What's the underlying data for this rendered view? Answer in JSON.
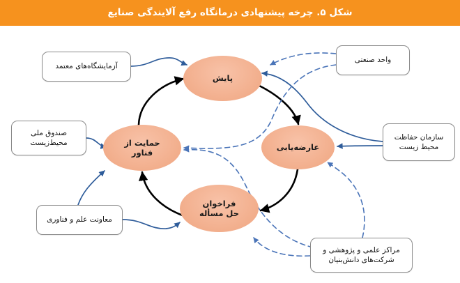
{
  "figure": {
    "title": "شکل ۵. چرخه پیشنهادی درمانگاه رفع آلایندگی صنایع",
    "title_bar_color": "#F6921E",
    "title_text_color": "#FFFFFF"
  },
  "chart_data": {
    "type": "diagram",
    "title": "شکل ۵. چرخه پیشنهادی درمانگاه رفع آلایندگی صنایع",
    "subtitle": "",
    "layout": "central cycle of four stages surrounded by six stakeholder boxes",
    "legend": [],
    "colors": {
      "node_fill": "#F4B393",
      "node_text": "#1A1A1A",
      "box_border": "#8A8A8A",
      "box_fill": "#FFFFFF",
      "box_text": "#111111",
      "cycle_arrow": "#000000",
      "connector_solid": "#2E5C9A",
      "connector_dashed": "#4A74B8",
      "background": "#FFFFFF"
    },
    "cycle_nodes": [
      {
        "id": "monitoring",
        "label": "پایش",
        "position": "top",
        "order": 1
      },
      {
        "id": "diagnosis",
        "label": "عارضه‌یابی",
        "position": "right",
        "order": 2
      },
      {
        "id": "call",
        "label": "فراخوان\nحل مسأله",
        "position": "bottom",
        "order": 3
      },
      {
        "id": "support",
        "label": "حمایت از\nفناور",
        "position": "left",
        "order": 4
      }
    ],
    "cycle_edges": [
      {
        "from": "monitoring",
        "to": "diagnosis",
        "style": "solid",
        "color": "#000000",
        "arrow": true
      },
      {
        "from": "diagnosis",
        "to": "call",
        "style": "solid",
        "color": "#000000",
        "arrow": true
      },
      {
        "from": "call",
        "to": "support",
        "style": "solid",
        "color": "#000000",
        "arrow": true
      },
      {
        "from": "support",
        "to": "monitoring",
        "style": "solid",
        "color": "#000000",
        "arrow": true
      }
    ],
    "stakeholder_boxes": [
      {
        "id": "labs",
        "label": "آزمایشگاه‌های معتمد",
        "position": "top-left"
      },
      {
        "id": "industry",
        "label": "واحد صنعتی",
        "position": "top-right"
      },
      {
        "id": "fund",
        "label": "صندوق ملی\nمحیط‌زیست",
        "position": "mid-left"
      },
      {
        "id": "epo",
        "label": "سازمان حفاظت\nمحیط زیست",
        "position": "mid-right"
      },
      {
        "id": "vp",
        "label": "معاونت علم و فناوری",
        "position": "bottom-left"
      },
      {
        "id": "research",
        "label": "مراکز علمی و پژوهشی و\nشرکت‌های دانش‌بنیان",
        "position": "bottom-right"
      }
    ],
    "stakeholder_edges": [
      {
        "from": "labs",
        "to": "monitoring",
        "style": "solid",
        "color": "#2E5C9A",
        "arrow": true
      },
      {
        "from": "fund",
        "to": "support",
        "style": "solid",
        "color": "#2E5C9A",
        "arrow": true
      },
      {
        "from": "vp",
        "to": "support",
        "style": "solid",
        "color": "#2E5C9A",
        "arrow": true
      },
      {
        "from": "vp",
        "to": "call",
        "style": "solid",
        "color": "#2E5C9A",
        "arrow": true
      },
      {
        "from": "epo",
        "to": "diagnosis",
        "style": "solid",
        "color": "#2E5C9A",
        "arrow": true
      },
      {
        "from": "epo",
        "to": "monitoring",
        "style": "solid",
        "color": "#2E5C9A",
        "arrow": true
      },
      {
        "from": "industry",
        "to": "monitoring",
        "style": "dashed",
        "color": "#4A74B8",
        "arrow": true
      },
      {
        "from": "industry",
        "to": "support",
        "style": "dashed",
        "color": "#4A74B8",
        "arrow": true
      },
      {
        "from": "research",
        "to": "diagnosis",
        "style": "dashed",
        "color": "#4A74B8",
        "arrow": true
      },
      {
        "from": "research",
        "to": "call",
        "style": "dashed",
        "color": "#4A74B8",
        "arrow": true
      },
      {
        "from": "research",
        "to": "support",
        "style": "dashed",
        "color": "#4A74B8",
        "arrow": true
      }
    ]
  }
}
